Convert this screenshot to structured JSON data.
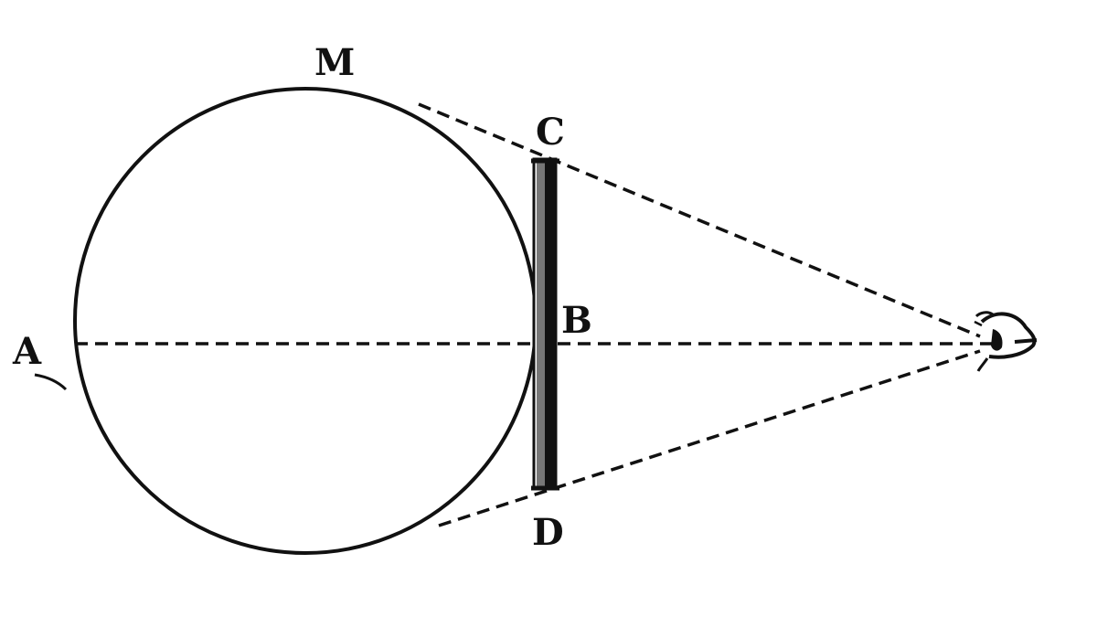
{
  "diagram": {
    "points": {
      "A": "A",
      "B": "B",
      "C": "C",
      "D": "D",
      "M": "M"
    },
    "colors": {
      "ink": "#111111",
      "background": "#ffffff"
    },
    "icons": {
      "observer": "eye-icon",
      "screen": "screen-bar"
    }
  }
}
